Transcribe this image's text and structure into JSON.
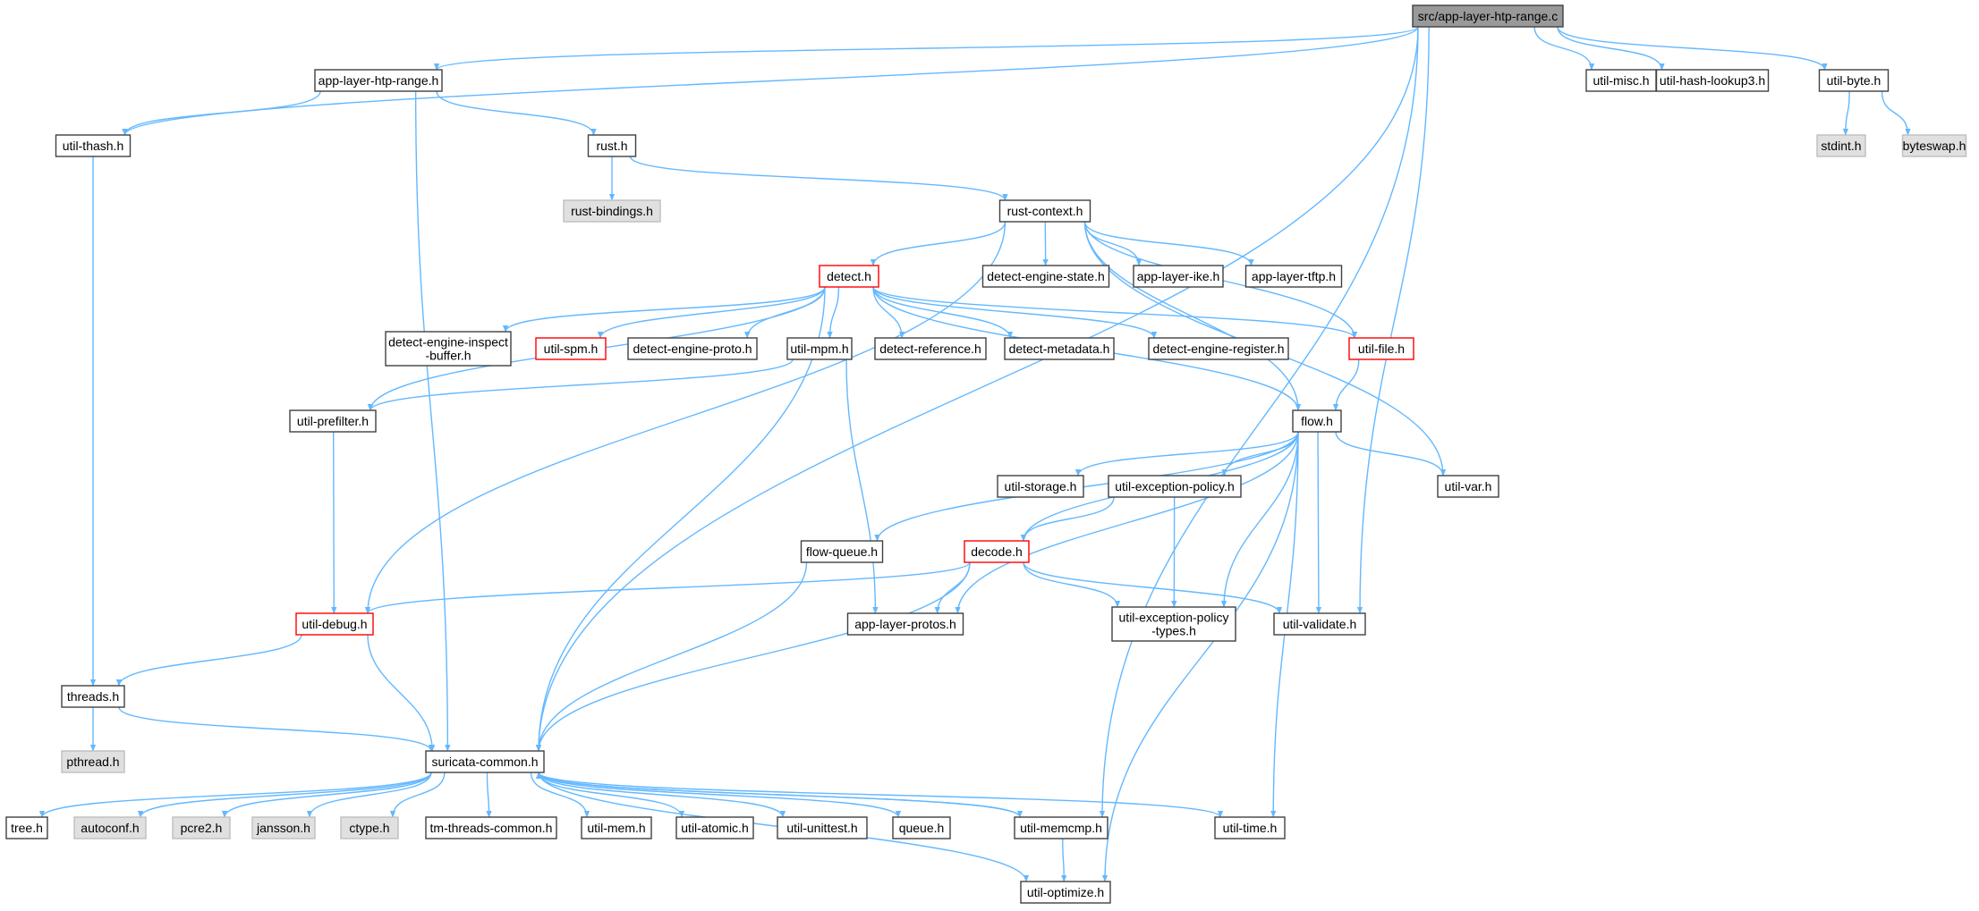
{
  "colors": {
    "edge": "#63b8ff",
    "default_fill": "#ffffff",
    "default_stroke": "#404040",
    "root_fill": "#999999",
    "system_fill": "#e0e0e0",
    "system_stroke": "#bfbfbf",
    "truncated_stroke": "#ff0000"
  },
  "nodes": [
    {
      "id": "root",
      "lines": [
        "src/app-layer-htp-range.c"
      ],
      "kind": "root"
    },
    {
      "id": "htp_range_h",
      "lines": [
        "app-layer-htp-range.h"
      ],
      "kind": "normal"
    },
    {
      "id": "util_misc",
      "lines": [
        "util-misc.h"
      ],
      "kind": "normal"
    },
    {
      "id": "util_hash",
      "lines": [
        "util-hash-lookup3.h"
      ],
      "kind": "normal"
    },
    {
      "id": "util_byte",
      "lines": [
        "util-byte.h"
      ],
      "kind": "normal"
    },
    {
      "id": "stdint",
      "lines": [
        "stdint.h"
      ],
      "kind": "system"
    },
    {
      "id": "byteswap",
      "lines": [
        "byteswap.h"
      ],
      "kind": "system"
    },
    {
      "id": "util_thash",
      "lines": [
        "util-thash.h"
      ],
      "kind": "normal"
    },
    {
      "id": "rust",
      "lines": [
        "rust.h"
      ],
      "kind": "normal"
    },
    {
      "id": "rust_bindings",
      "lines": [
        "rust-bindings.h"
      ],
      "kind": "system"
    },
    {
      "id": "rust_context",
      "lines": [
        "rust-context.h"
      ],
      "kind": "normal"
    },
    {
      "id": "detect",
      "lines": [
        "detect.h"
      ],
      "kind": "truncated"
    },
    {
      "id": "detect_engine_state",
      "lines": [
        "detect-engine-state.h"
      ],
      "kind": "normal"
    },
    {
      "id": "app_layer_ike",
      "lines": [
        "app-layer-ike.h"
      ],
      "kind": "normal"
    },
    {
      "id": "app_layer_tftp",
      "lines": [
        "app-layer-tftp.h"
      ],
      "kind": "normal"
    },
    {
      "id": "detect_engine_inspect",
      "lines": [
        "detect-engine-inspect",
        "-buffer.h"
      ],
      "kind": "normal"
    },
    {
      "id": "util_spm",
      "lines": [
        "util-spm.h"
      ],
      "kind": "truncated"
    },
    {
      "id": "detect_engine_proto",
      "lines": [
        "detect-engine-proto.h"
      ],
      "kind": "normal"
    },
    {
      "id": "util_mpm",
      "lines": [
        "util-mpm.h"
      ],
      "kind": "normal"
    },
    {
      "id": "detect_reference",
      "lines": [
        "detect-reference.h"
      ],
      "kind": "normal"
    },
    {
      "id": "detect_metadata",
      "lines": [
        "detect-metadata.h"
      ],
      "kind": "normal"
    },
    {
      "id": "detect_engine_register",
      "lines": [
        "detect-engine-register.h"
      ],
      "kind": "normal"
    },
    {
      "id": "util_file",
      "lines": [
        "util-file.h"
      ],
      "kind": "truncated"
    },
    {
      "id": "util_prefilter",
      "lines": [
        "util-prefilter.h"
      ],
      "kind": "normal"
    },
    {
      "id": "flow",
      "lines": [
        "flow.h"
      ],
      "kind": "normal"
    },
    {
      "id": "util_storage",
      "lines": [
        "util-storage.h"
      ],
      "kind": "normal"
    },
    {
      "id": "util_exception_policy",
      "lines": [
        "util-exception-policy.h"
      ],
      "kind": "normal"
    },
    {
      "id": "util_var",
      "lines": [
        "util-var.h"
      ],
      "kind": "normal"
    },
    {
      "id": "flow_queue",
      "lines": [
        "flow-queue.h"
      ],
      "kind": "normal"
    },
    {
      "id": "decode",
      "lines": [
        "decode.h"
      ],
      "kind": "truncated"
    },
    {
      "id": "util_debug",
      "lines": [
        "util-debug.h"
      ],
      "kind": "truncated"
    },
    {
      "id": "app_layer_protos",
      "lines": [
        "app-layer-protos.h"
      ],
      "kind": "normal"
    },
    {
      "id": "util_exception_policy_types",
      "lines": [
        "util-exception-policy",
        "-types.h"
      ],
      "kind": "normal"
    },
    {
      "id": "util_validate",
      "lines": [
        "util-validate.h"
      ],
      "kind": "normal"
    },
    {
      "id": "threads",
      "lines": [
        "threads.h"
      ],
      "kind": "normal"
    },
    {
      "id": "pthread",
      "lines": [
        "pthread.h"
      ],
      "kind": "system"
    },
    {
      "id": "suricata_common",
      "lines": [
        "suricata-common.h"
      ],
      "kind": "normal"
    },
    {
      "id": "tree",
      "lines": [
        "tree.h"
      ],
      "kind": "normal"
    },
    {
      "id": "autoconf",
      "lines": [
        "autoconf.h"
      ],
      "kind": "system"
    },
    {
      "id": "pcre2",
      "lines": [
        "pcre2.h"
      ],
      "kind": "system"
    },
    {
      "id": "jansson",
      "lines": [
        "jansson.h"
      ],
      "kind": "system"
    },
    {
      "id": "ctype",
      "lines": [
        "ctype.h"
      ],
      "kind": "system"
    },
    {
      "id": "tm_threads_common",
      "lines": [
        "tm-threads-common.h"
      ],
      "kind": "normal"
    },
    {
      "id": "util_mem",
      "lines": [
        "util-mem.h"
      ],
      "kind": "normal"
    },
    {
      "id": "util_atomic",
      "lines": [
        "util-atomic.h"
      ],
      "kind": "normal"
    },
    {
      "id": "util_unittest",
      "lines": [
        "util-unittest.h"
      ],
      "kind": "normal"
    },
    {
      "id": "queue",
      "lines": [
        "queue.h"
      ],
      "kind": "normal"
    },
    {
      "id": "util_memcmp",
      "lines": [
        "util-memcmp.h"
      ],
      "kind": "normal"
    },
    {
      "id": "util_time",
      "lines": [
        "util-time.h"
      ],
      "kind": "normal"
    },
    {
      "id": "util_optimize",
      "lines": [
        "util-optimize.h"
      ],
      "kind": "normal"
    }
  ],
  "edges": [
    [
      "root",
      "htp_range_h"
    ],
    [
      "root",
      "util_misc"
    ],
    [
      "root",
      "util_hash"
    ],
    [
      "root",
      "util_byte"
    ],
    [
      "root",
      "util_thash"
    ],
    [
      "root",
      "suricata_common"
    ],
    [
      "root",
      "util_validate"
    ],
    [
      "root",
      "util_memcmp"
    ],
    [
      "util_byte",
      "stdint"
    ],
    [
      "util_byte",
      "byteswap"
    ],
    [
      "htp_range_h",
      "util_thash"
    ],
    [
      "htp_range_h",
      "rust"
    ],
    [
      "htp_range_h",
      "suricata_common"
    ],
    [
      "util_thash",
      "threads"
    ],
    [
      "rust",
      "rust_bindings"
    ],
    [
      "rust",
      "rust_context"
    ],
    [
      "rust_context",
      "detect"
    ],
    [
      "rust_context",
      "detect_engine_state"
    ],
    [
      "rust_context",
      "app_layer_ike"
    ],
    [
      "rust_context",
      "app_layer_tftp"
    ],
    [
      "rust_context",
      "util_debug"
    ],
    [
      "rust_context",
      "util_file"
    ],
    [
      "rust_context",
      "flow"
    ],
    [
      "rust_context",
      "util_var"
    ],
    [
      "detect",
      "detect_engine_inspect"
    ],
    [
      "detect",
      "util_spm"
    ],
    [
      "detect",
      "detect_engine_proto"
    ],
    [
      "detect",
      "util_mpm"
    ],
    [
      "detect",
      "detect_reference"
    ],
    [
      "detect",
      "detect_metadata"
    ],
    [
      "detect",
      "detect_engine_register"
    ],
    [
      "detect",
      "util_file"
    ],
    [
      "detect",
      "util_prefilter"
    ],
    [
      "detect",
      "flow"
    ],
    [
      "detect",
      "suricata_common"
    ],
    [
      "util_mpm",
      "util_prefilter"
    ],
    [
      "util_mpm",
      "app_layer_protos"
    ],
    [
      "util_prefilter",
      "util_debug"
    ],
    [
      "util_file",
      "flow"
    ],
    [
      "flow",
      "util_storage"
    ],
    [
      "flow",
      "util_exception_policy"
    ],
    [
      "flow",
      "util_var"
    ],
    [
      "flow",
      "flow_queue"
    ],
    [
      "flow",
      "decode"
    ],
    [
      "flow",
      "app_layer_protos"
    ],
    [
      "flow",
      "util_exception_policy_types"
    ],
    [
      "flow",
      "util_validate"
    ],
    [
      "flow",
      "util_time"
    ],
    [
      "flow",
      "util_optimize"
    ],
    [
      "util_exception_policy",
      "decode"
    ],
    [
      "util_exception_policy",
      "util_exception_policy_types"
    ],
    [
      "flow_queue",
      "suricata_common"
    ],
    [
      "decode",
      "util_debug"
    ],
    [
      "decode",
      "app_layer_protos"
    ],
    [
      "decode",
      "util_exception_policy_types"
    ],
    [
      "decode",
      "util_validate"
    ],
    [
      "decode",
      "suricata_common"
    ],
    [
      "util_debug",
      "threads"
    ],
    [
      "util_debug",
      "suricata_common"
    ],
    [
      "threads",
      "pthread"
    ],
    [
      "threads",
      "suricata_common"
    ],
    [
      "suricata_common",
      "tree"
    ],
    [
      "suricata_common",
      "autoconf"
    ],
    [
      "suricata_common",
      "pcre2"
    ],
    [
      "suricata_common",
      "jansson"
    ],
    [
      "suricata_common",
      "ctype"
    ],
    [
      "suricata_common",
      "tm_threads_common"
    ],
    [
      "suricata_common",
      "util_mem"
    ],
    [
      "suricata_common",
      "util_atomic"
    ],
    [
      "suricata_common",
      "util_unittest"
    ],
    [
      "suricata_common",
      "queue"
    ],
    [
      "suricata_common",
      "util_memcmp"
    ],
    [
      "suricata_common",
      "util_time"
    ],
    [
      "suricata_common",
      "util_optimize"
    ],
    [
      "util_memcmp",
      "suricata_common"
    ],
    [
      "util_memcmp",
      "util_optimize"
    ]
  ]
}
